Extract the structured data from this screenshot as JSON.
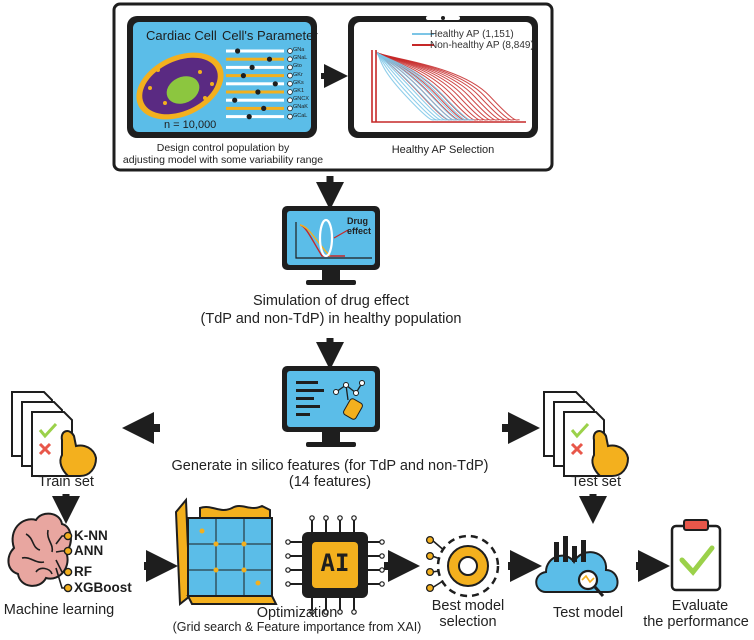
{
  "top_panel": {
    "cell_title": "Cardiac Cell",
    "param_title": "Cell's Parameter",
    "population": "n = 10,000",
    "params": [
      "GNa",
      "GNaL",
      "Gto",
      "GKr",
      "GKs",
      "GK1",
      "GNCX",
      "GNaK",
      "GCaL"
    ],
    "left_caption_line1": "Design control population by",
    "left_caption_line2": "adjusting model with some variability range",
    "legend_healthy": "Healthy AP (1,151)",
    "legend_nonhealthy": "Non-healthy AP (8,849)",
    "right_caption": "Healthy AP Selection"
  },
  "drug_step": {
    "label_drug": "Drug",
    "label_effect": "effect",
    "caption_line1": "Simulation of drug effect",
    "caption_line2": "(TdP and non-TdP) in healthy population"
  },
  "feature_step": {
    "caption_line1": "Generate in silico features (for TdP and non-TdP)",
    "caption_line2": "(14 features)"
  },
  "train_set": {
    "label": "Train set"
  },
  "test_set": {
    "label": "Test set"
  },
  "ml": {
    "models": [
      "K-NN",
      "ANN",
      "RF",
      "XGBoost"
    ],
    "label": "Machine learning"
  },
  "optimization": {
    "label": "Optimization",
    "sublabel": "(Grid search & Feature importance from XAI)",
    "chip_text": "AI"
  },
  "best_model": {
    "line1": "Best model",
    "line2": "selection"
  },
  "test_model": {
    "label": "Test model"
  },
  "evaluate": {
    "line1": "Evaluate",
    "line2": "the performance"
  },
  "colors": {
    "screen_blue": "#5bbde8",
    "orange": "#f3b01e",
    "dark": "#1e1e1e",
    "healthy_line": "#7cc5e6",
    "nonhealthy_line": "#c62828",
    "cell_purple": "#5a2a82",
    "nucleus_green": "#8cc63f",
    "brain_pink": "#e8a6a0",
    "check_green": "#9bd14a",
    "cross_red": "#e8574a"
  }
}
